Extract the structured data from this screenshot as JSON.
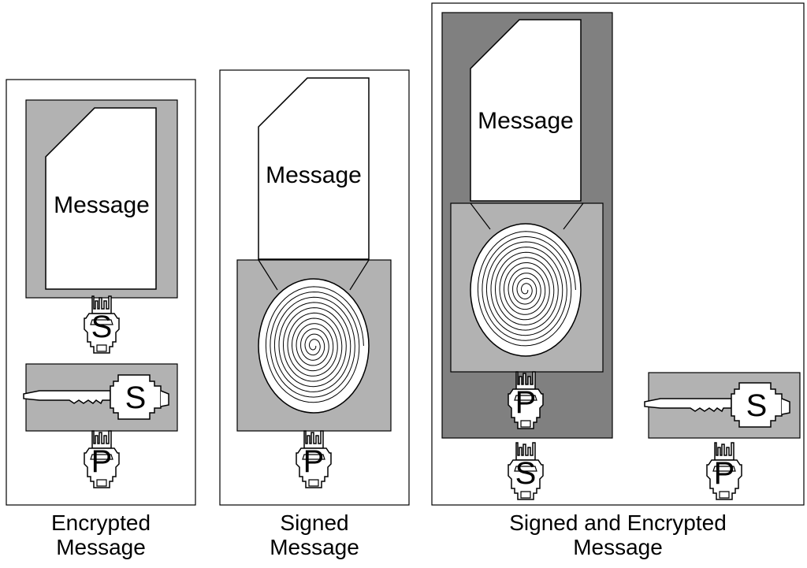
{
  "panels": {
    "encrypted": {
      "caption_line1": "Encrypted",
      "caption_line2": "Message",
      "doc_label": "Message",
      "lock_key_letter": "S",
      "public_key_letter": "P",
      "key_letter": "S"
    },
    "signed": {
      "caption_line1": "Signed",
      "caption_line2": "Message",
      "doc_label": "Message",
      "public_key_letter": "P"
    },
    "signed_encrypted": {
      "caption_line1": "Signed and Encrypted",
      "caption_line2": "Message",
      "doc_label": "Message",
      "inner_key_letter": "P",
      "outer_key_letter": "S",
      "key_letter": "S",
      "right_key_letter": "P"
    }
  },
  "colors": {
    "light_gray": "#b2b2b2",
    "dark_gray": "#808080",
    "paper": "#ffffff",
    "stroke": "#000000"
  },
  "icons": [
    "document-icon",
    "fingerprint-icon",
    "key-icon",
    "key-head-icon"
  ]
}
